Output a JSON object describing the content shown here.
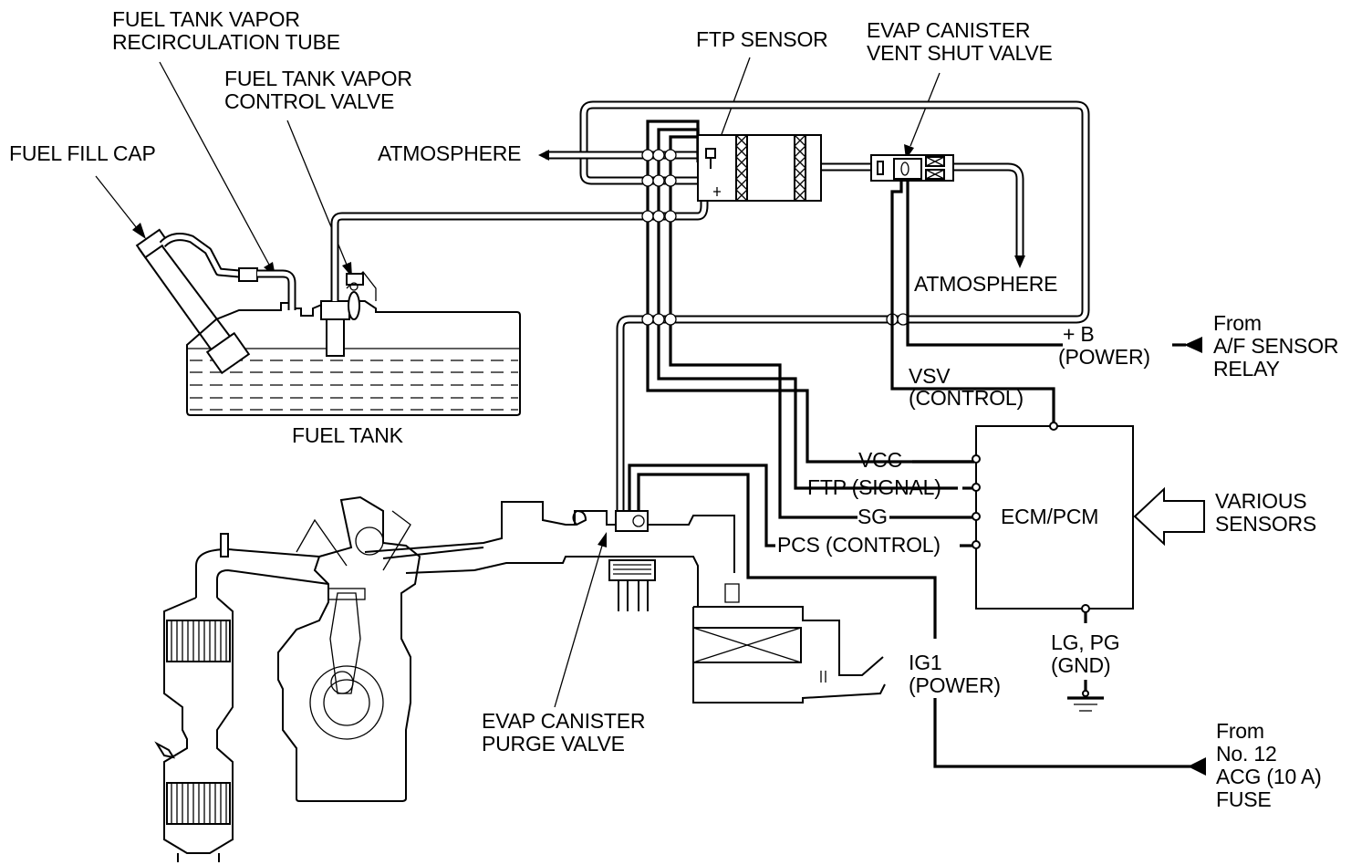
{
  "diagram": {
    "title": "EVAP system schematic",
    "labels": {
      "fuel_tank_vapor_recirculation_tube": [
        "FUEL TANK VAPOR",
        "RECIRCULATION TUBE"
      ],
      "fuel_tank_vapor_control_valve": [
        "FUEL TANK VAPOR",
        "CONTROL VALVE"
      ],
      "fuel_fill_cap": "FUEL FILL CAP",
      "fuel_tank": "FUEL TANK",
      "ftp_sensor": "FTP SENSOR",
      "evap_canister_vent_shut_valve": [
        "EVAP CANISTER",
        "VENT SHUT VALVE"
      ],
      "atmosphere_left": "ATMOSPHERE",
      "atmosphere_right": "ATMOSPHERE",
      "plus_b_power": [
        "+ B",
        "(POWER)"
      ],
      "from_af_sensor_relay": [
        "From",
        "A/F SENSOR",
        "RELAY"
      ],
      "vsv_control": [
        "VSV",
        "(CONTROL)"
      ],
      "vcc": "VCC",
      "ftp_signal": "FTP (SIGNAL)",
      "sg": "SG",
      "pcs_control": "PCS (CONTROL)",
      "ecm_pcm": "ECM/PCM",
      "various_sensors": [
        "VARIOUS",
        "SENSORS"
      ],
      "lg_pg_gnd": [
        "LG, PG",
        "(GND)"
      ],
      "ig1_power": [
        "IG1",
        "(POWER)"
      ],
      "from_fuse": [
        "From",
        "No. 12",
        "ACG (10 A)",
        "FUSE"
      ],
      "evap_canister_purge_valve": [
        "EVAP CANISTER",
        "PURGE VALVE"
      ]
    },
    "components": [
      {
        "id": "fuel-tank",
        "name": "Fuel tank"
      },
      {
        "id": "fuel-fill-cap",
        "name": "Fuel fill cap"
      },
      {
        "id": "fuel-tank-vapor-recirculation-tube",
        "name": "Fuel tank vapor recirculation tube"
      },
      {
        "id": "fuel-tank-vapor-control-valve",
        "name": "Fuel tank vapor control valve"
      },
      {
        "id": "evap-canister",
        "name": "EVAP canister"
      },
      {
        "id": "ftp-sensor",
        "name": "FTP sensor"
      },
      {
        "id": "evap-canister-vent-shut-valve",
        "name": "EVAP canister vent shut valve"
      },
      {
        "id": "evap-canister-purge-valve",
        "name": "EVAP canister purge valve"
      },
      {
        "id": "ecm-pcm",
        "name": "ECM/PCM"
      },
      {
        "id": "engine",
        "name": "Engine"
      },
      {
        "id": "catalytic-converters",
        "name": "Catalytic converters"
      },
      {
        "id": "air-cleaner",
        "name": "Air cleaner"
      }
    ],
    "colors": {
      "line": "#000000",
      "background": "#ffffff"
    }
  }
}
